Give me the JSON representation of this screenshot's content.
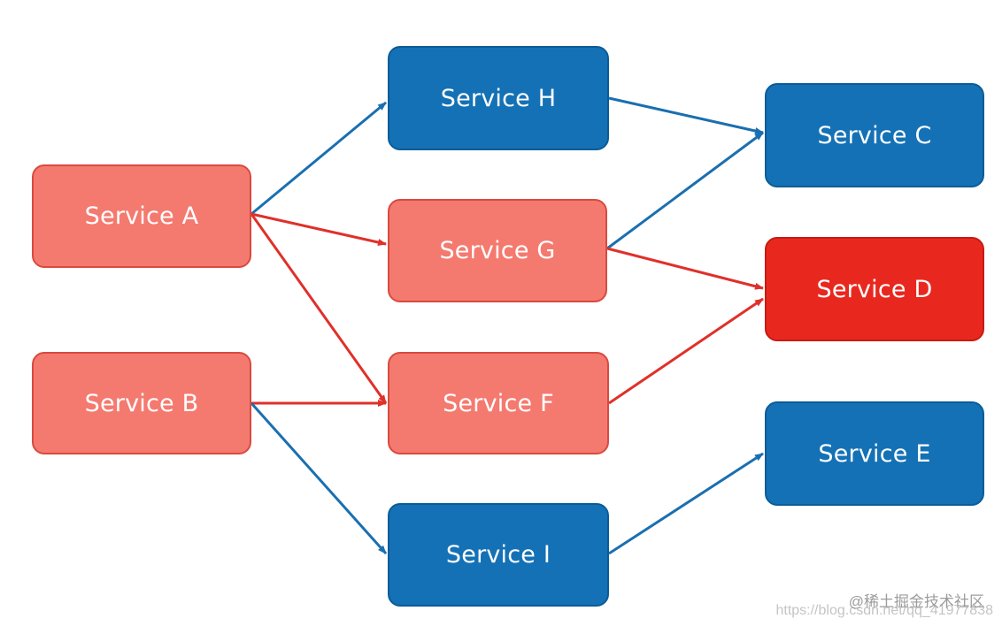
{
  "nodes": {
    "a": "Service A",
    "b": "Service B",
    "c": "Service C",
    "d": "Service D",
    "e": "Service E",
    "f": "Service F",
    "g": "Service G",
    "h": "Service H",
    "i": "Service I"
  },
  "edges": [
    {
      "from": "Service A",
      "to": "Service H",
      "color": "blue"
    },
    {
      "from": "Service A",
      "to": "Service G",
      "color": "red"
    },
    {
      "from": "Service A",
      "to": "Service F",
      "color": "red"
    },
    {
      "from": "Service B",
      "to": "Service F",
      "color": "red"
    },
    {
      "from": "Service B",
      "to": "Service I",
      "color": "blue"
    },
    {
      "from": "Service H",
      "to": "Service C",
      "color": "blue"
    },
    {
      "from": "Service G",
      "to": "Service C",
      "color": "blue"
    },
    {
      "from": "Service G",
      "to": "Service D",
      "color": "red"
    },
    {
      "from": "Service F",
      "to": "Service D",
      "color": "red"
    },
    {
      "from": "Service I",
      "to": "Service E",
      "color": "blue"
    }
  ],
  "colors": {
    "blue_node": "#1471b5",
    "light_red_node": "#f47a6f",
    "red_node": "#e8281f",
    "blue_edge": "#1a6fb0",
    "red_edge": "#e0302a"
  },
  "watermark": {
    "primary": "@稀土掘金技术社区",
    "secondary": "https://blog.csdn.net/qq_41977838"
  }
}
